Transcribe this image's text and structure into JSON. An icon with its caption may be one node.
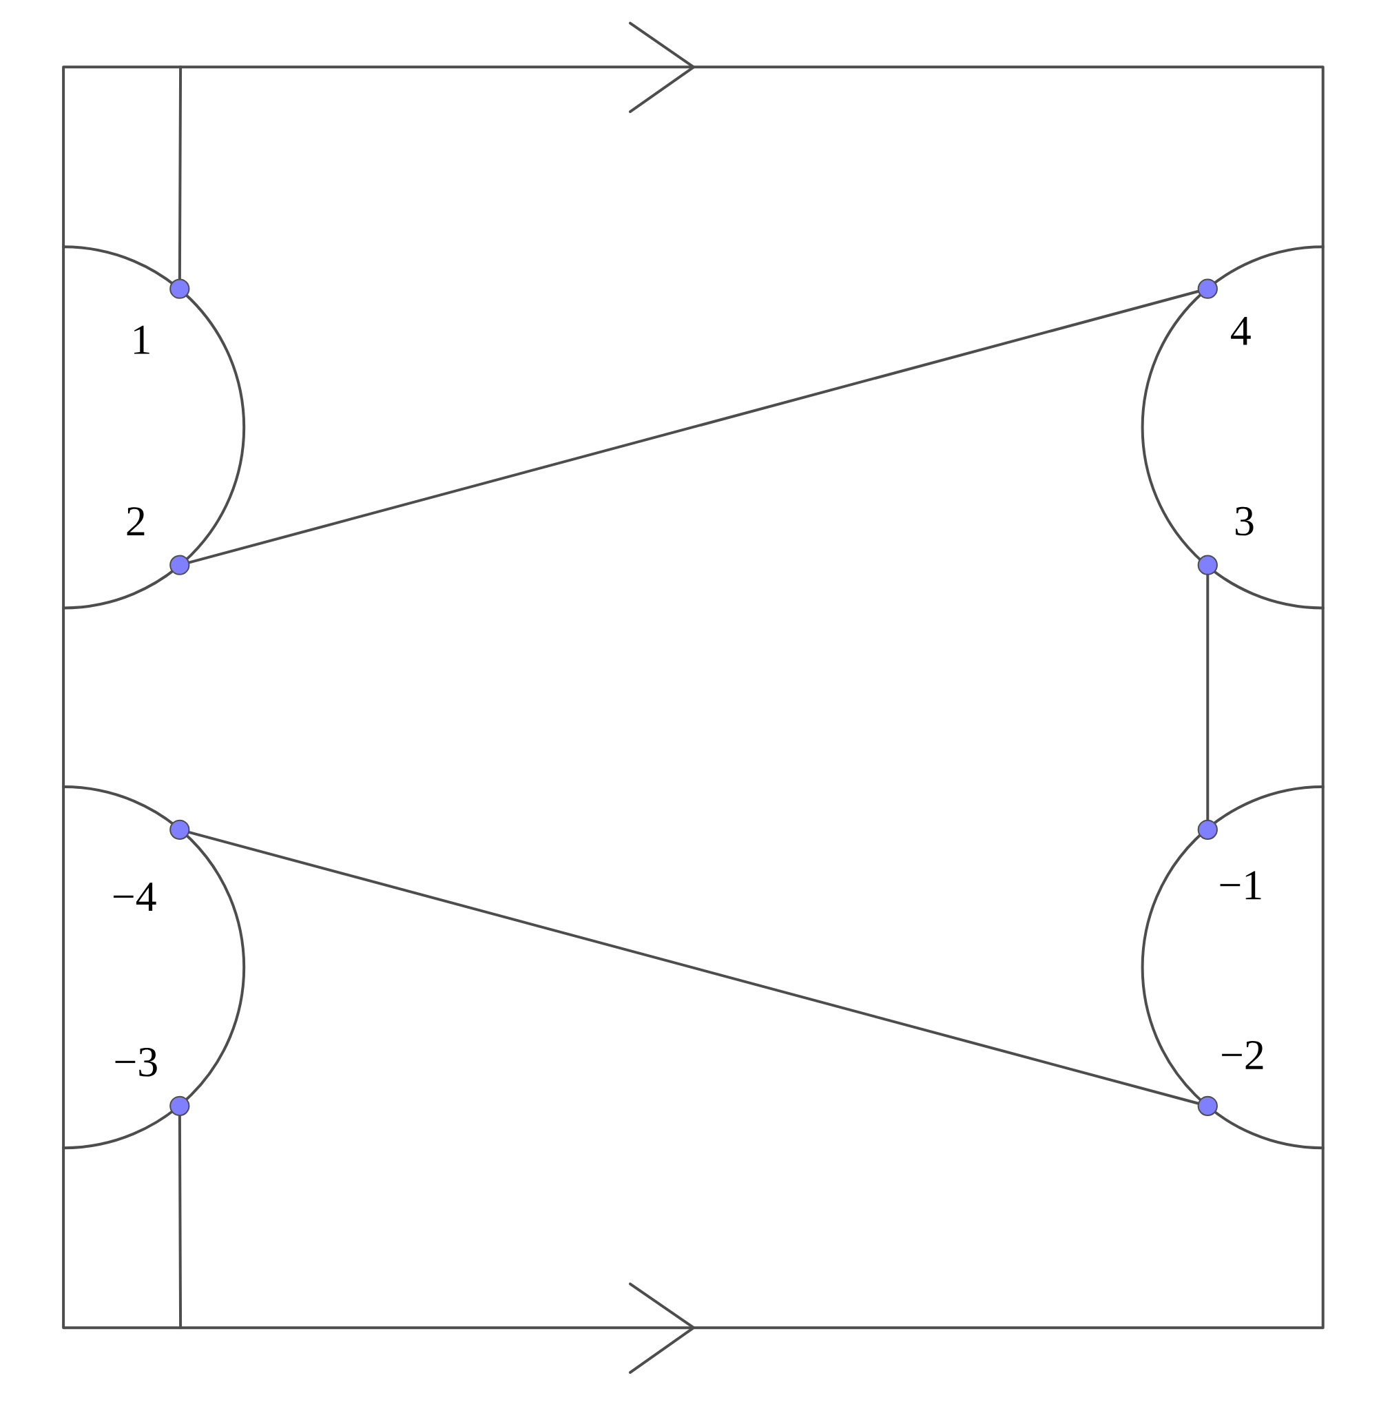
{
  "diagram": {
    "nodes": [
      {
        "text": [],
        "shape": "circle",
        "beside": [
          "1"
        ]
      },
      {
        "text": [],
        "shape": "circle",
        "beside": [
          "2"
        ]
      },
      {
        "text": [],
        "shape": "circle",
        "beside": [
          "4"
        ]
      },
      {
        "text": [],
        "shape": "circle",
        "beside": [
          "3"
        ]
      },
      {
        "text": [],
        "shape": "circle",
        "beside": [
          "−4"
        ]
      },
      {
        "text": [],
        "shape": "circle",
        "beside": [
          "−1"
        ]
      },
      {
        "text": [],
        "shape": "circle",
        "beside": [
          "−3"
        ]
      },
      {
        "text": [],
        "shape": "circle",
        "beside": [
          "−2"
        ]
      }
    ],
    "edges": [
      {
        "from": 0,
        "to": null,
        "arrow": "none"
      },
      {
        "from": 1,
        "to": 2,
        "arrow": "none"
      },
      {
        "from": 3,
        "to": 5,
        "arrow": "none"
      },
      {
        "from": 4,
        "to": 7,
        "arrow": "none"
      },
      {
        "from": 6,
        "to": null,
        "arrow": "none"
      }
    ]
  }
}
